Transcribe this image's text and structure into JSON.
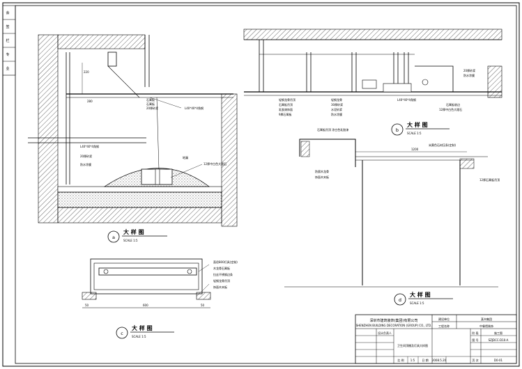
{
  "colors": {
    "line": "#000000",
    "hatch": "#000000",
    "fill": "#ffffff"
  },
  "detail_a": {
    "title": "大 样 图",
    "scale": "SCALE 1:5",
    "mark": "a",
    "labels": {
      "steel_l_top": "L40*40*4角钢",
      "steel_l_mid": "L40*40*4角钢",
      "plaster": "20厚砂浆",
      "waterproof": "防水涂膜",
      "drain": "地漏",
      "marble": "12厚中白色大理石",
      "dim_220": "220",
      "dim_280": "280",
      "gravel": "石膏板"
    }
  },
  "detail_b": {
    "title": "大 样 图",
    "scale": "SCALE 1:5",
    "mark": "b",
    "labels": {
      "gypsum1": "轻钢龙骨吊顶",
      "gypsum2": "石膏板吊顶",
      "paint": "乳胶漆饰面",
      "board": "9厚石膏板",
      "frame": "轻钢龙骨",
      "angle": "L40*40*4角钢",
      "tile": "30厚砂浆",
      "waterproof": "防水涂膜",
      "cement": "水泥砂浆",
      "marble": "12厚中白色大理石",
      "glass": "石膏板收边"
    }
  },
  "detail_c": {
    "title": "大 样 图",
    "scale": "SCALE 1:5",
    "mark": "c",
    "labels": {
      "l1": "直径800灯具(定制)",
      "l2": "木龙骨石膏板",
      "l3": "拉丝不锈钢边条",
      "l4": "轻钢龙骨吊顶",
      "l5": "饰面木夹板"
    },
    "dims": [
      "50",
      "600",
      "50"
    ]
  },
  "detail_d": {
    "title": "大 样 图",
    "scale": "SCALE 1:5",
    "mark": "d",
    "labels": {
      "top": "石膏板吊顶 涂白色乳胶漆",
      "right_top": "米黄色石材压条(定制)",
      "left1": "防腐木龙骨",
      "left2": "饰面木夹板",
      "right": "12厚石膏板吊顶",
      "dim": "1200"
    }
  },
  "title_block": {
    "company_cn": "深圳市建筑装饰(集团)有限公司",
    "company_en": "SHENZHEN BUILDING DECORATION (GROUP) CO., LTD.",
    "project_label": "建设单位",
    "project_value": "某市集团",
    "project_name_label": "工程名称",
    "project_name_value": "中餐馆装饰",
    "drawing_title": "卫生间顶棚及灯具大样图",
    "stage_label": "阶 段",
    "stage_value": "施工图",
    "no_label": "图 号",
    "no_value": "SZJDCC-D10-A",
    "scale_label": "比 例",
    "scale_value": "1:5",
    "date_label": "日 期",
    "date_value": "2008.5.20",
    "sheet_label": "页 次",
    "sheet_value": "D0-01",
    "designer": "设计负责人"
  },
  "left_strip": [
    "会",
    "签",
    "栏",
    "专",
    "业"
  ]
}
